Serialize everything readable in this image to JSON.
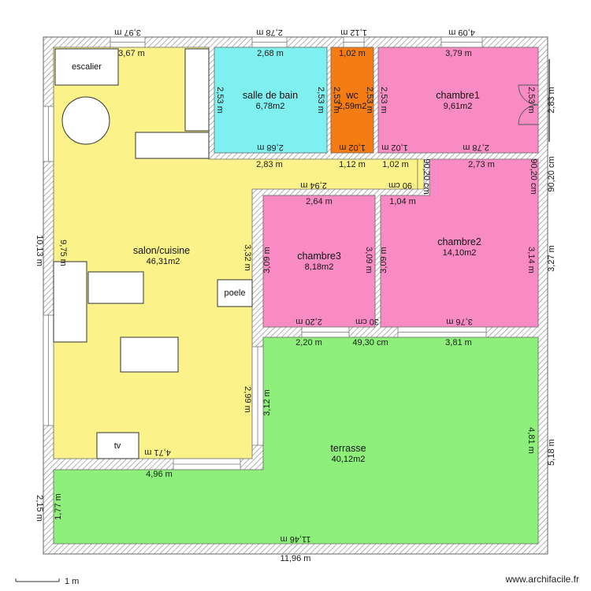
{
  "rooms": {
    "salon": {
      "name": "salon/cuisine",
      "area": "46,31m2",
      "color": "#fbf38a"
    },
    "sdb": {
      "name": "salle de bain",
      "area": "6,78m2",
      "color": "#7ff0f0"
    },
    "wc": {
      "name": "wc",
      "area": "2,59m2",
      "color": "#f47c12"
    },
    "chambre1": {
      "name": "chambre1",
      "area": "9,61m2",
      "color": "#f88bc4"
    },
    "chambre2": {
      "name": "chambre2",
      "area": "14,10m2",
      "color": "#f88bc4"
    },
    "chambre3": {
      "name": "chambre3",
      "area": "8,18m2",
      "color": "#f88bc4"
    },
    "terrasse": {
      "name": "terrasse",
      "area": "40,12m2",
      "color": "#8ef07a"
    }
  },
  "furniture": {
    "escalier": "escalier",
    "poele": "poele",
    "tv": "tv"
  },
  "dimensions": {
    "top_3_97": "3,97 m",
    "top_2_78": "2,78 m",
    "top_1_12": "1,12 m",
    "top_4_09": "4,09 m",
    "in_3_67": "3,67 m",
    "in_2_68": "2,68 m",
    "in_1_02": "1,02 m",
    "in_3_79": "3,79 m",
    "sdb_left": "2,53 m",
    "sdb_right": "2,53 m",
    "wc_left": "2,53 m",
    "wc_right": "2,53 m",
    "ch1_left": "2,53 m",
    "ch1_right": "2,53 m",
    "sdb_bottom": "2,68 m",
    "wc_bottom": "1,02 m",
    "ch1_bottom_a": "1,02 m",
    "ch1_bottom_b": "2,78 m",
    "hall_2_83": "2,83 m",
    "hall_1_12": "1,12 m",
    "hall_1_02": "1,02 m",
    "ch2_top": "2,73 m",
    "right_2_83": "2,83 m",
    "right_90_20": "90,20 cm",
    "small_90_20": "90,20 cm",
    "ch2_left_90": "90,20 cm",
    "hall_2_94": "2,94 m",
    "hall_90cm": "90 cm",
    "ch3_top": "2,64 m",
    "ch2_inner_top": "1,04 m",
    "outer_left": "10,13 m",
    "salon_left": "9,75 m",
    "salon_right": "3,32 m",
    "ch3_left": "3,09 m",
    "ch3_right": "3,09 m",
    "ch2_left": "3,09 m",
    "ch2_right": "3,14 m",
    "outer_right_3_27": "3,27 m",
    "ch3_bottom": "2,20 m",
    "cm_30": "30 cm",
    "ch2_bottom": "3,76 m",
    "ter_top_a": "2,20 m",
    "ter_top_b": "49,30 cm",
    "ter_top_c": "3,81 m",
    "salon_2_99": "2,99 m",
    "ter_3_12": "3,12 m",
    "ter_4_81": "4,81 m",
    "outer_right_5_18": "5,18 m",
    "salon_bottom_4_71": "4,71 m",
    "ter_4_96": "4,96 m",
    "outer_left_2_15": "2,15 m",
    "ter_1_77": "1,77 m",
    "ter_11_46": "11,46 m",
    "bottom_11_96": "11,96 m"
  },
  "scale": {
    "label": "1 m"
  },
  "watermark": "www.archifacile.fr"
}
